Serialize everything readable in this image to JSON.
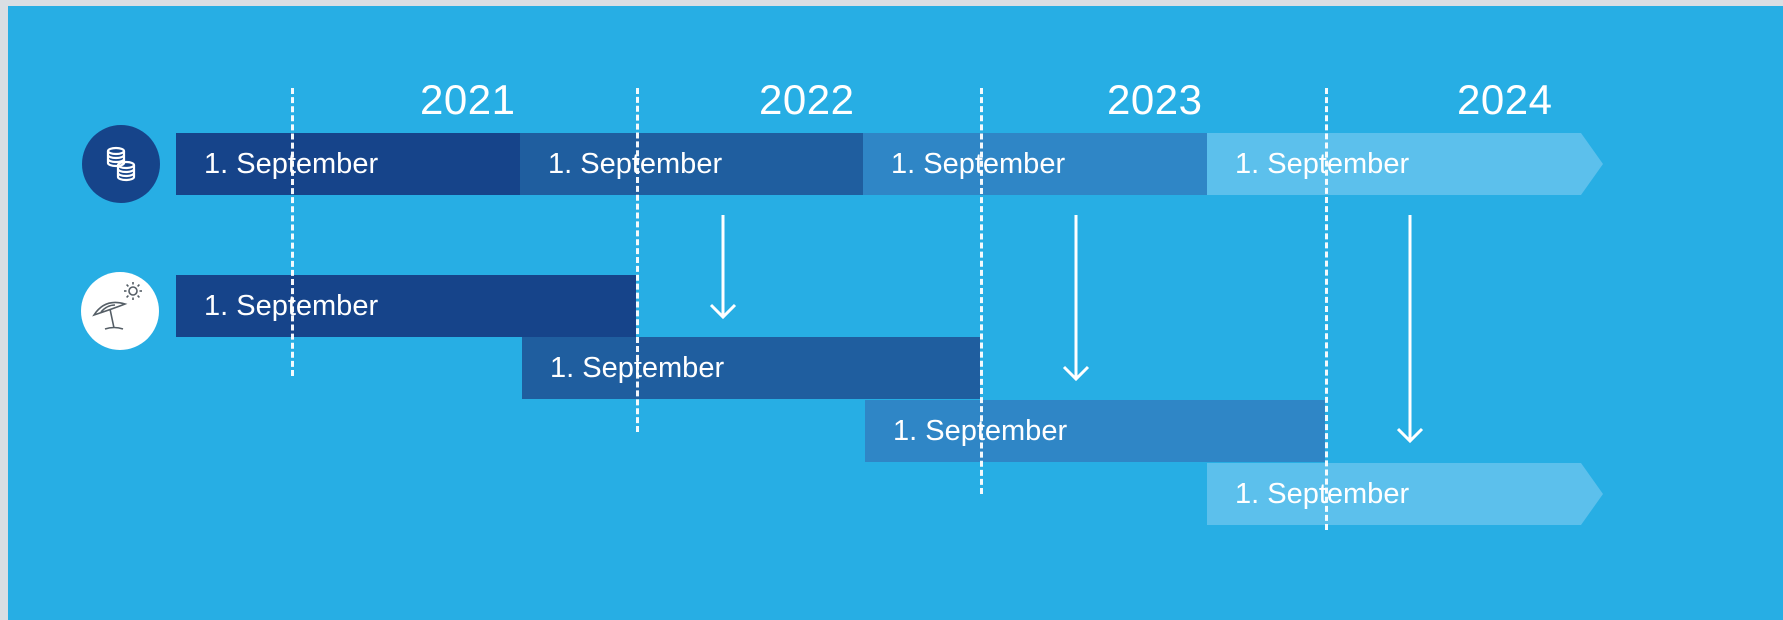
{
  "years": [
    "2021",
    "2022",
    "2023",
    "2024"
  ],
  "funding_row": {
    "icon": "coins-icon",
    "segments": [
      {
        "label": "1. September",
        "color": "#16448a"
      },
      {
        "label": "1. September",
        "color": "#1f5e9f"
      },
      {
        "label": "1. September",
        "color": "#2f86c6"
      },
      {
        "label": "1. September",
        "color": "#5cc0ec"
      }
    ]
  },
  "vacation_row": {
    "icon": "beach-umbrella-sun-icon",
    "segments": [
      {
        "label": "1. September",
        "color": "#16448a"
      },
      {
        "label": "1. September",
        "color": "#1f5e9f"
      },
      {
        "label": "1. September",
        "color": "#2f86c6"
      },
      {
        "label": "1. September",
        "color": "#5cc0ec"
      }
    ]
  },
  "colors": {
    "background": "#27aee4",
    "dark_navy": "#16448a",
    "mid_blue": "#1f5e9f",
    "steel_blue": "#2f86c6",
    "light_blue": "#5cc0ec"
  }
}
